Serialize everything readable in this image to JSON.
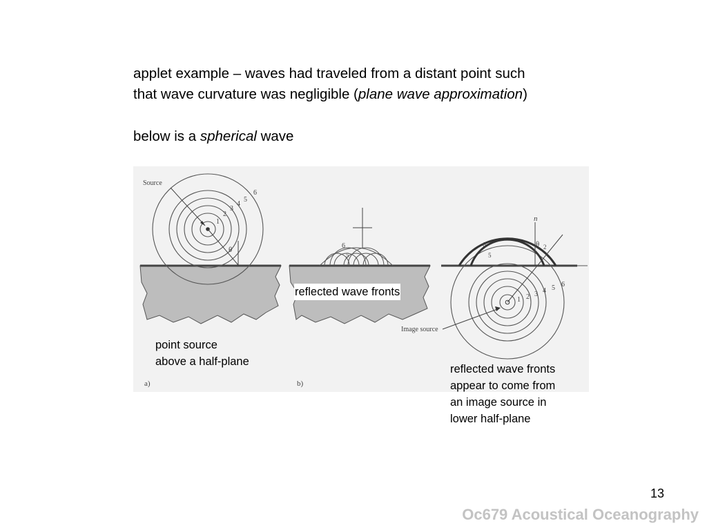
{
  "intro": {
    "line1": "applet example – waves had traveled from a distant point such",
    "line2_pre": "that wave curvature was negligible  (",
    "line2_em": "plane wave approximation",
    "line2_post": ")",
    "line3_pre": "below is a ",
    "line3_em": "spherical",
    "line3_post": " wave"
  },
  "figure": {
    "source_label": "Source",
    "image_source_label": "Image source",
    "theta": "θ",
    "normal_label": "n",
    "panel_a_label": "a)",
    "panel_b_label": "b)",
    "wavefront_numbers": [
      "1",
      "2",
      "3",
      "4",
      "5",
      "6"
    ]
  },
  "captions": {
    "reflected": "reflected wave fronts",
    "point_source": [
      "point source",
      "above a half-plane"
    ],
    "image_source": [
      "reflected wave fronts",
      "appear to come from",
      "an image source in",
      "lower half-plane"
    ]
  },
  "footer": {
    "page_number": "13",
    "course": "Oc679 Acoustical Oceanography"
  },
  "colors": {
    "scan_background": "#f2f2f2",
    "ground_fill": "#bdbdbd",
    "ink": "#555555",
    "footer_text": "#c3c3c3"
  }
}
